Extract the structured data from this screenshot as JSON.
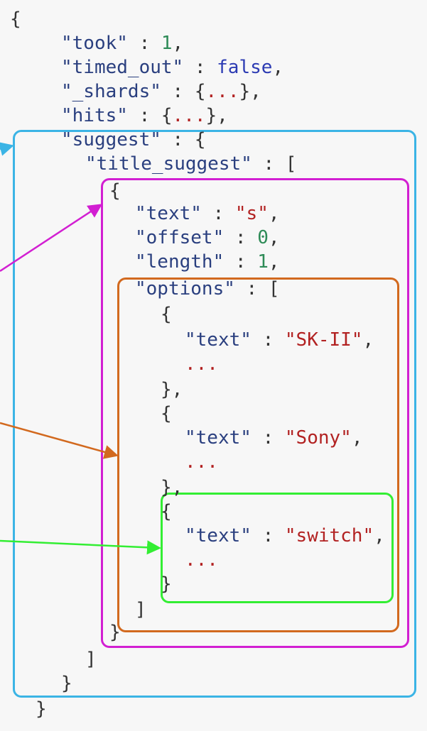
{
  "colors": {
    "suggest_box": "#3bb4e5",
    "entry_box": "#d21fd2",
    "options_box": "#d2691e",
    "switch_box": "#33ee33"
  },
  "json": {
    "open_brace": "{",
    "took_key": "\"took\"",
    "took_val": "1",
    "timed_out_key": "\"timed_out\"",
    "timed_out_val": "false",
    "shards_key": "\"_shards\"",
    "hits_key": "\"hits\"",
    "collapsed": "...",
    "suggest_key": "\"suggest\"",
    "title_suggest_key": "\"title_suggest\"",
    "text_key": "\"text\"",
    "text_val": "\"s\"",
    "offset_key": "\"offset\"",
    "offset_val": "0",
    "length_key": "\"length\"",
    "length_val": "1",
    "options_key": "\"options\"",
    "opt1_text": "\"SK-II\"",
    "opt2_text": "\"Sony\"",
    "opt3_text": "\"switch\"",
    "ellipsis": "...",
    "close_bracket": "]",
    "close_brace": "}",
    "open_bracket": "[",
    "colon": " : ",
    "comma": ",",
    "open_obj": "{",
    "close_obj_comma": "},"
  }
}
